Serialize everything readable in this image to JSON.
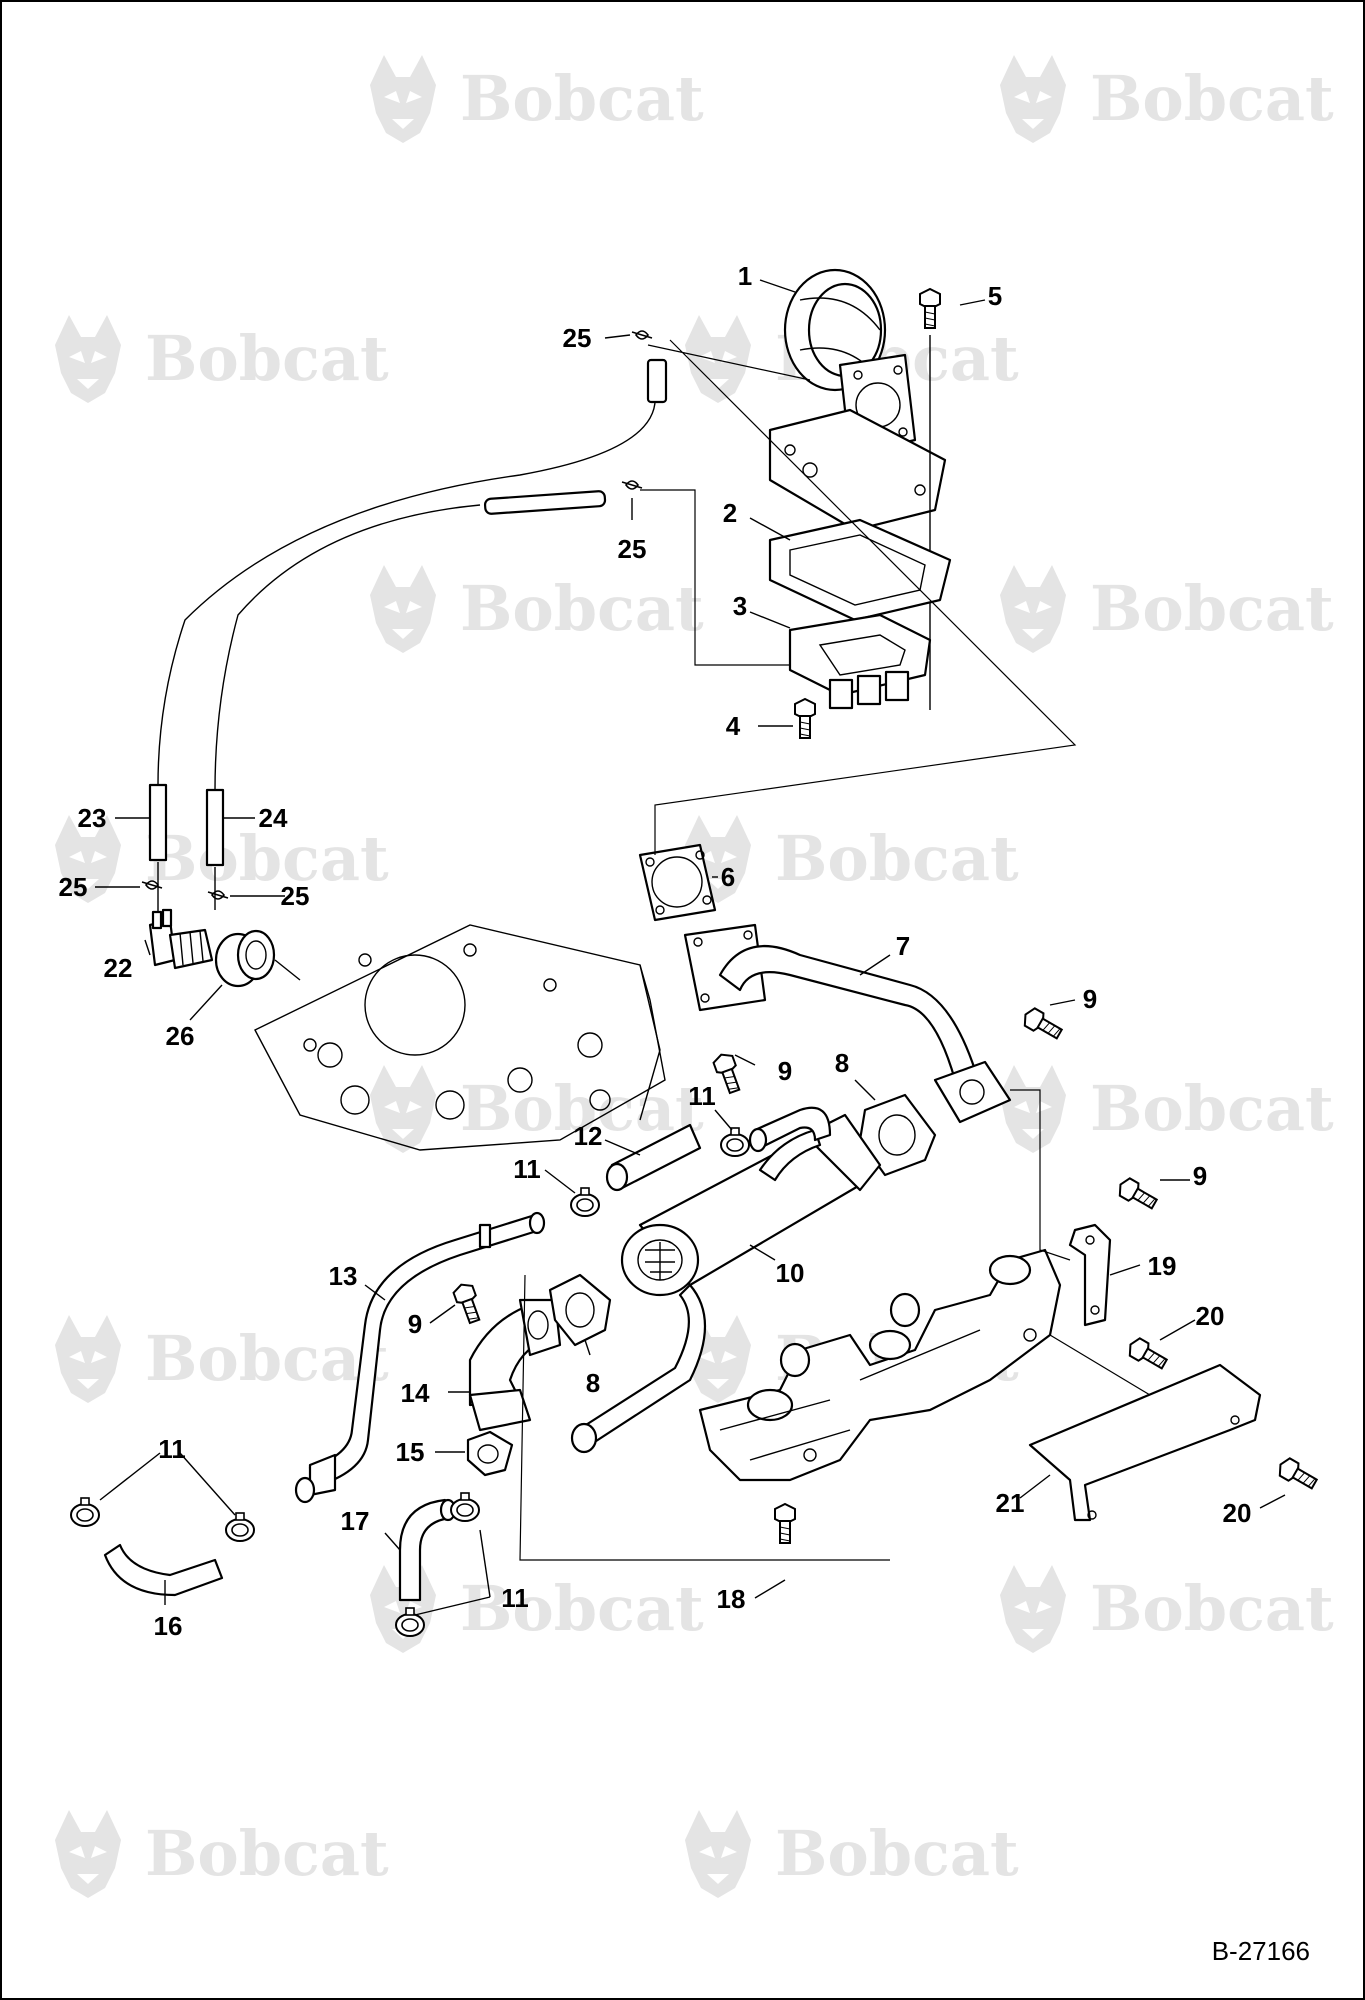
{
  "watermark": {
    "brand_text": "Bobcat",
    "color": "#e4e4e4"
  },
  "document_id": "B-27166",
  "callouts": [
    {
      "id": "c1",
      "label": "1"
    },
    {
      "id": "c5",
      "label": "5"
    },
    {
      "id": "c25a",
      "label": "25"
    },
    {
      "id": "c25b",
      "label": "25"
    },
    {
      "id": "c2",
      "label": "2"
    },
    {
      "id": "c3",
      "label": "3"
    },
    {
      "id": "c4",
      "label": "4"
    },
    {
      "id": "c23",
      "label": "23"
    },
    {
      "id": "c24",
      "label": "24"
    },
    {
      "id": "c25c",
      "label": "25"
    },
    {
      "id": "c25d",
      "label": "25"
    },
    {
      "id": "c6",
      "label": "6"
    },
    {
      "id": "c7",
      "label": "7"
    },
    {
      "id": "c22",
      "label": "22"
    },
    {
      "id": "c26",
      "label": "26"
    },
    {
      "id": "c9a",
      "label": "9"
    },
    {
      "id": "c9b",
      "label": "9"
    },
    {
      "id": "c8a",
      "label": "8"
    },
    {
      "id": "c11a",
      "label": "11"
    },
    {
      "id": "c12",
      "label": "12"
    },
    {
      "id": "c11b",
      "label": "11"
    },
    {
      "id": "c9c",
      "label": "9"
    },
    {
      "id": "c13",
      "label": "13"
    },
    {
      "id": "c10",
      "label": "10"
    },
    {
      "id": "c19",
      "label": "19"
    },
    {
      "id": "c20a",
      "label": "20"
    },
    {
      "id": "c9d",
      "label": "9"
    },
    {
      "id": "c14",
      "label": "14"
    },
    {
      "id": "c8b",
      "label": "8"
    },
    {
      "id": "c15",
      "label": "15"
    },
    {
      "id": "c11c",
      "label": "11"
    },
    {
      "id": "c17",
      "label": "17"
    },
    {
      "id": "c21",
      "label": "21"
    },
    {
      "id": "c20b",
      "label": "20"
    },
    {
      "id": "c16",
      "label": "16"
    },
    {
      "id": "c11d",
      "label": "11"
    },
    {
      "id": "c18",
      "label": "18"
    }
  ]
}
